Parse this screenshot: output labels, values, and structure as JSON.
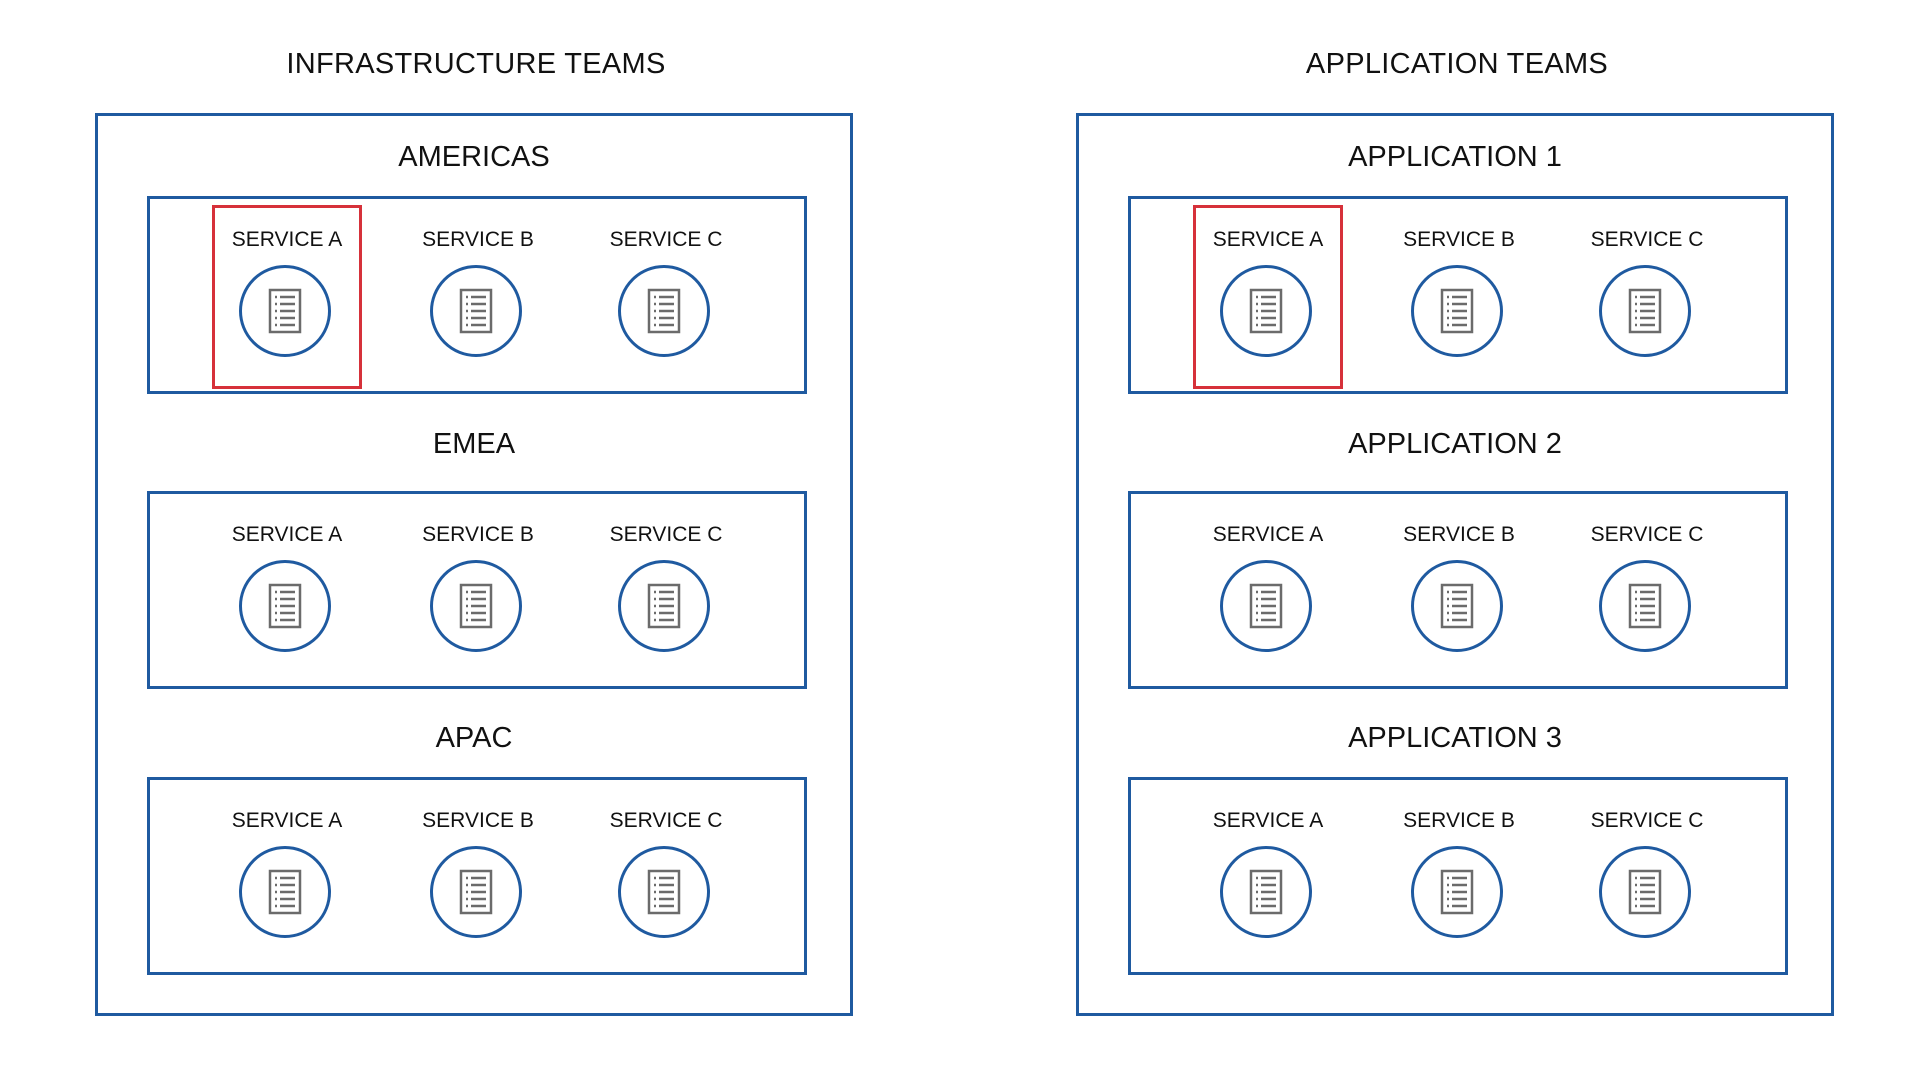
{
  "colors": {
    "border_blue": "#1f5aa0",
    "highlight_red": "#d6313a",
    "icon_gray": "#6b6b6b"
  },
  "teams": [
    {
      "title": "INFRASTRUCTURE TEAMS",
      "groups": [
        {
          "name": "AMERICAS",
          "services": [
            "SERVICE A",
            "SERVICE B",
            "SERVICE C"
          ],
          "highlighted_service": 0
        },
        {
          "name": "EMEA",
          "services": [
            "SERVICE A",
            "SERVICE B",
            "SERVICE C"
          ],
          "highlighted_service": null
        },
        {
          "name": "APAC",
          "services": [
            "SERVICE A",
            "SERVICE B",
            "SERVICE C"
          ],
          "highlighted_service": null
        }
      ]
    },
    {
      "title": "APPLICATION TEAMS",
      "groups": [
        {
          "name": "APPLICATION 1",
          "services": [
            "SERVICE A",
            "SERVICE B",
            "SERVICE C"
          ],
          "highlighted_service": 0
        },
        {
          "name": "APPLICATION 2",
          "services": [
            "SERVICE A",
            "SERVICE B",
            "SERVICE C"
          ],
          "highlighted_service": null
        },
        {
          "name": "APPLICATION 3",
          "services": [
            "SERVICE A",
            "SERVICE B",
            "SERVICE C"
          ],
          "highlighted_service": null
        }
      ]
    }
  ],
  "icons": {
    "service": "server-icon"
  }
}
